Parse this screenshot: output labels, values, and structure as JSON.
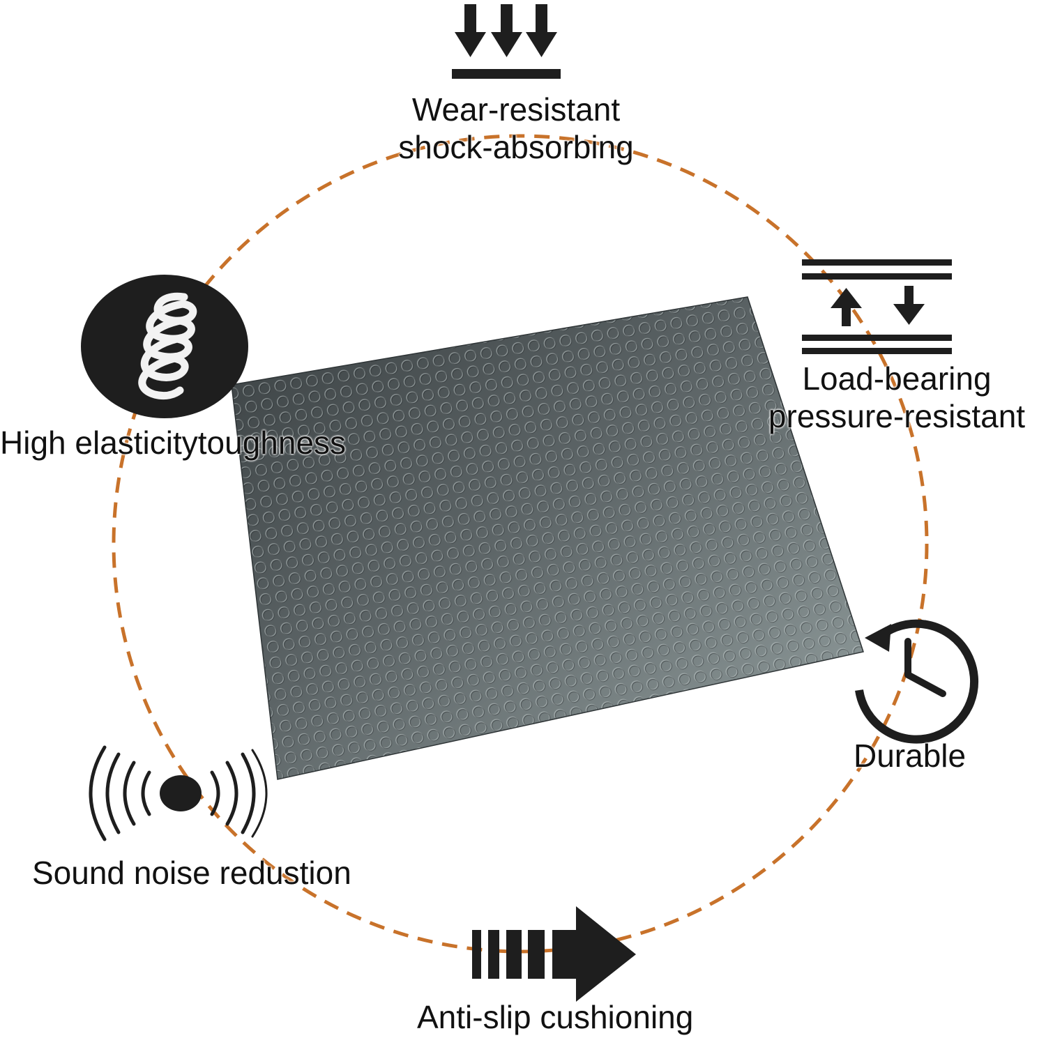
{
  "features": {
    "wear": {
      "line1": "Wear-resistant",
      "line2": "shock-absorbing",
      "icon": "downward-arrows-on-surface-icon"
    },
    "load": {
      "line1": "Load-bearing",
      "line2": "pressure-resistant",
      "icon": "compression-plates-icon"
    },
    "elastic": {
      "text": "High elasticitytoughness",
      "icon": "spring-coil-icon"
    },
    "durable": {
      "text": "Durable",
      "icon": "clock-refresh-icon"
    },
    "sound": {
      "text": "Sound noise redustion",
      "icon": "sound-waves-icon"
    },
    "antislip": {
      "text": "Anti-slip cushioning",
      "icon": "speed-arrow-icon"
    }
  },
  "product": {
    "name": "coin-pattern-rubber-mat-image"
  },
  "colors": {
    "ring": "#c8722a",
    "icon": "#1e1e1e",
    "mat_dark": "#3f4547",
    "mat_light": "#8a9393"
  }
}
